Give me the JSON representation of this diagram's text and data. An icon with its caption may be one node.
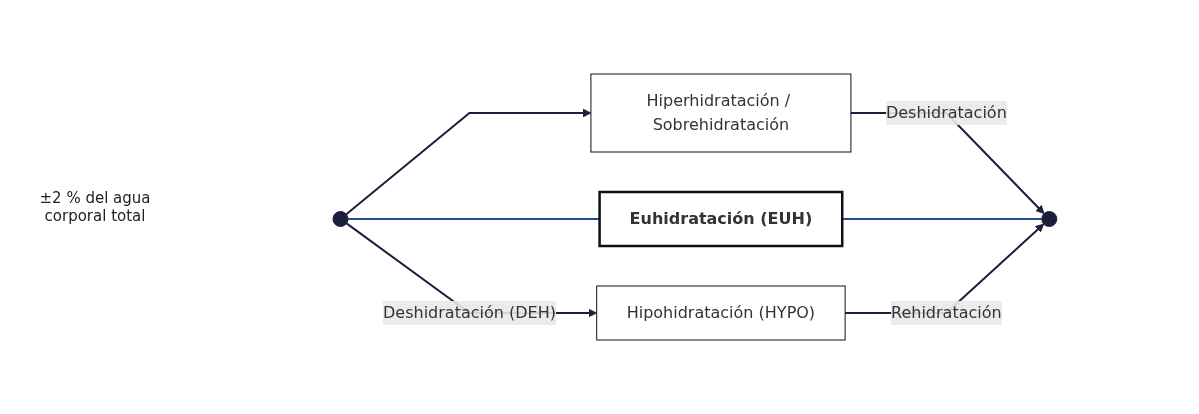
{
  "diagram": {
    "nodes": [
      {
        "text": [
          "Hiperhidratación / Sobrehidratación"
        ]
      },
      {
        "text": [],
        "shape": "circle"
      },
      {
        "text": [
          "Euhidratación (EUH)"
        ]
      },
      {
        "text": [],
        "shape": "circle"
      },
      {
        "text": [
          "Hipohidratación (HYPO)"
        ]
      }
    ],
    "edges": [
      {
        "from": 1,
        "to": 0,
        "arrow": "to"
      },
      {
        "from": 0,
        "to": 3,
        "arrow": "to",
        "label": "Deshidratación"
      },
      {
        "from": 1,
        "to": 2,
        "arrow": "none",
        "color": "#1f4e96"
      },
      {
        "from": 2,
        "to": 3,
        "arrow": "none",
        "color": "#1f4e96"
      },
      {
        "from": 1,
        "to": 4,
        "arrow": "to",
        "label": "Deshidratación (DEH)"
      },
      {
        "from": 4,
        "to": 3,
        "arrow": "to",
        "label": "Rehidratación"
      }
    ],
    "labels": [
      "±2 % del agua corporal total"
    ]
  }
}
